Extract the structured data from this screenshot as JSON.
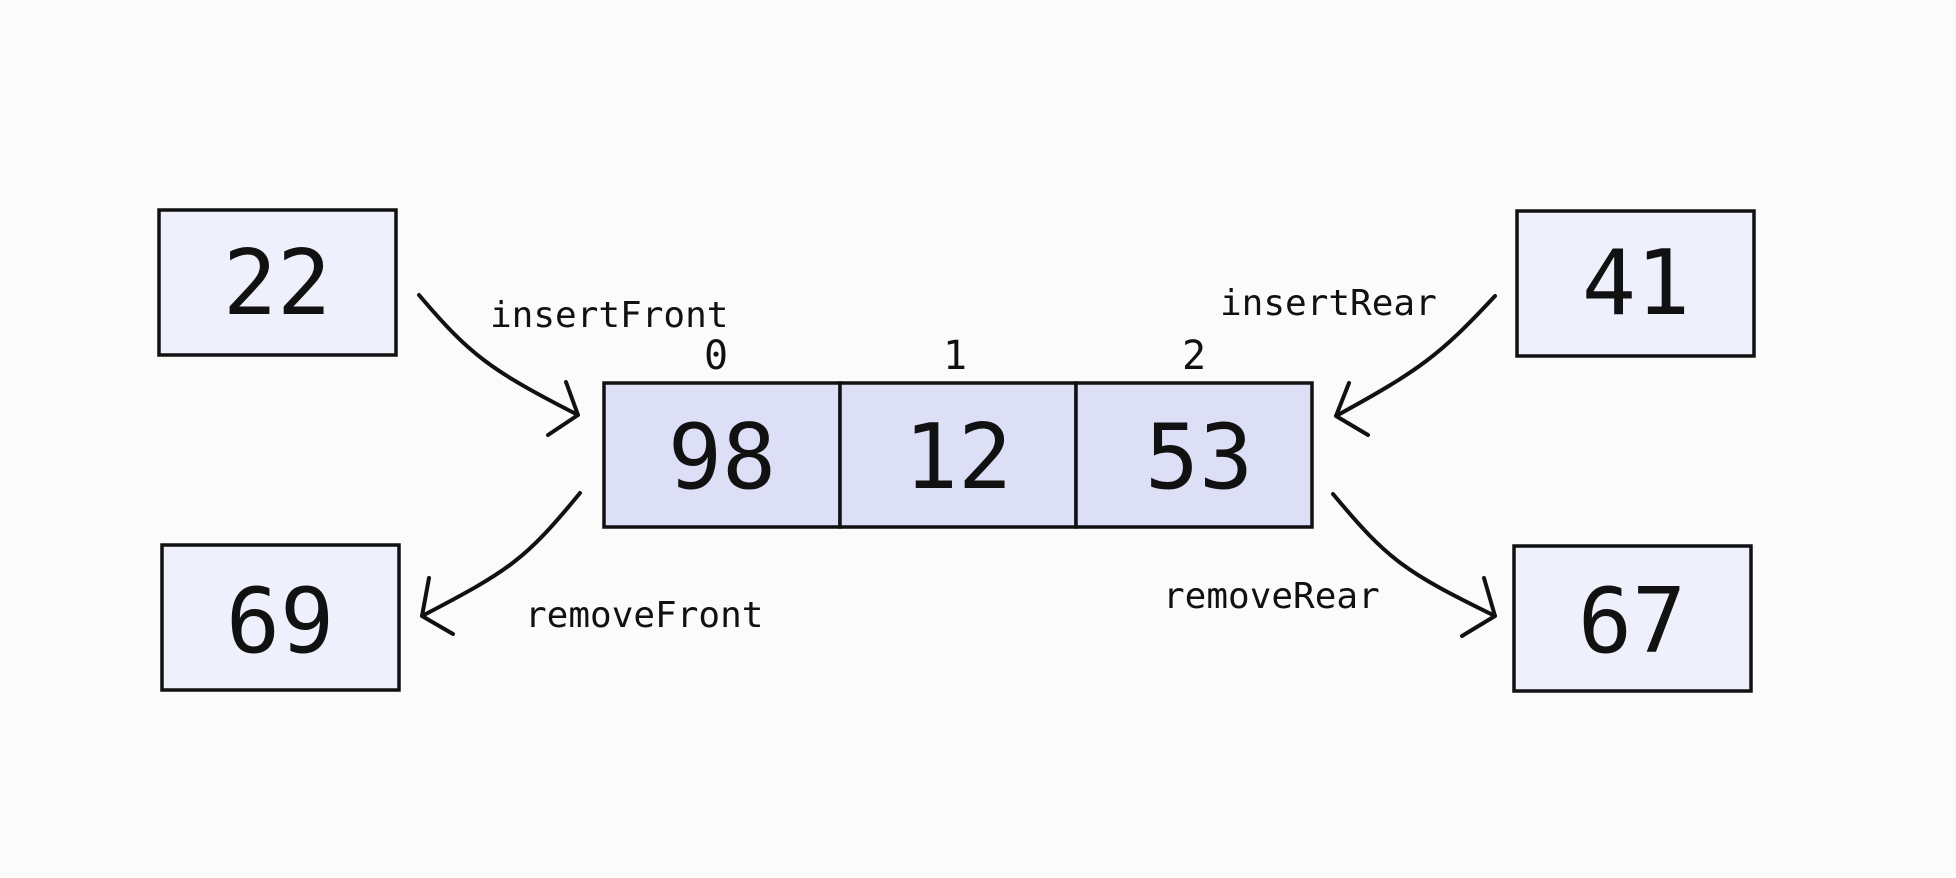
{
  "colors": {
    "background": "#fbfbfb",
    "deque_cell_fill": "#dcdff6",
    "side_box_fill": "#eef0fb",
    "stroke": "#111111"
  },
  "deque": {
    "cells": [
      {
        "index": "0",
        "value": "98"
      },
      {
        "index": "1",
        "value": "12"
      },
      {
        "index": "2",
        "value": "53"
      }
    ]
  },
  "operations": {
    "insert_front": {
      "label": "insertFront",
      "value": "22"
    },
    "insert_rear": {
      "label": "insertRear",
      "value": "41"
    },
    "remove_front": {
      "label": "removeFront",
      "value": "69"
    },
    "remove_rear": {
      "label": "removeRear",
      "value": "67"
    }
  }
}
